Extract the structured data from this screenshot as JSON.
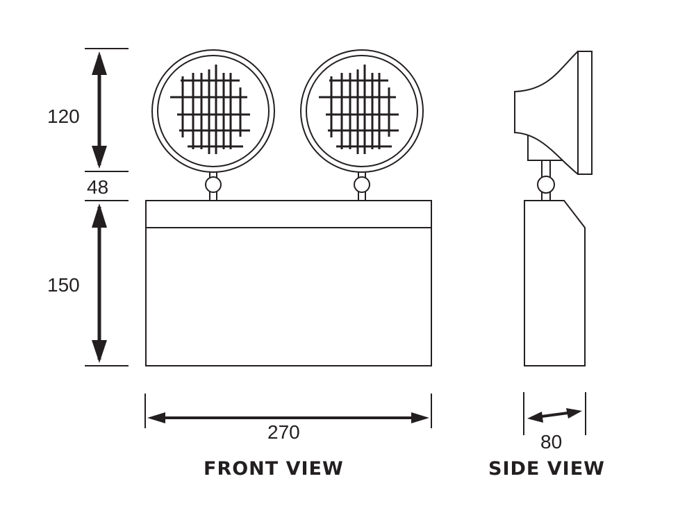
{
  "dimensions": {
    "upper_head_height": "120",
    "joint_height": "48",
    "body_height": "150",
    "width": "270",
    "depth": "80"
  },
  "views": {
    "front": "FRONT VIEW",
    "side": "SIDE VIEW"
  }
}
